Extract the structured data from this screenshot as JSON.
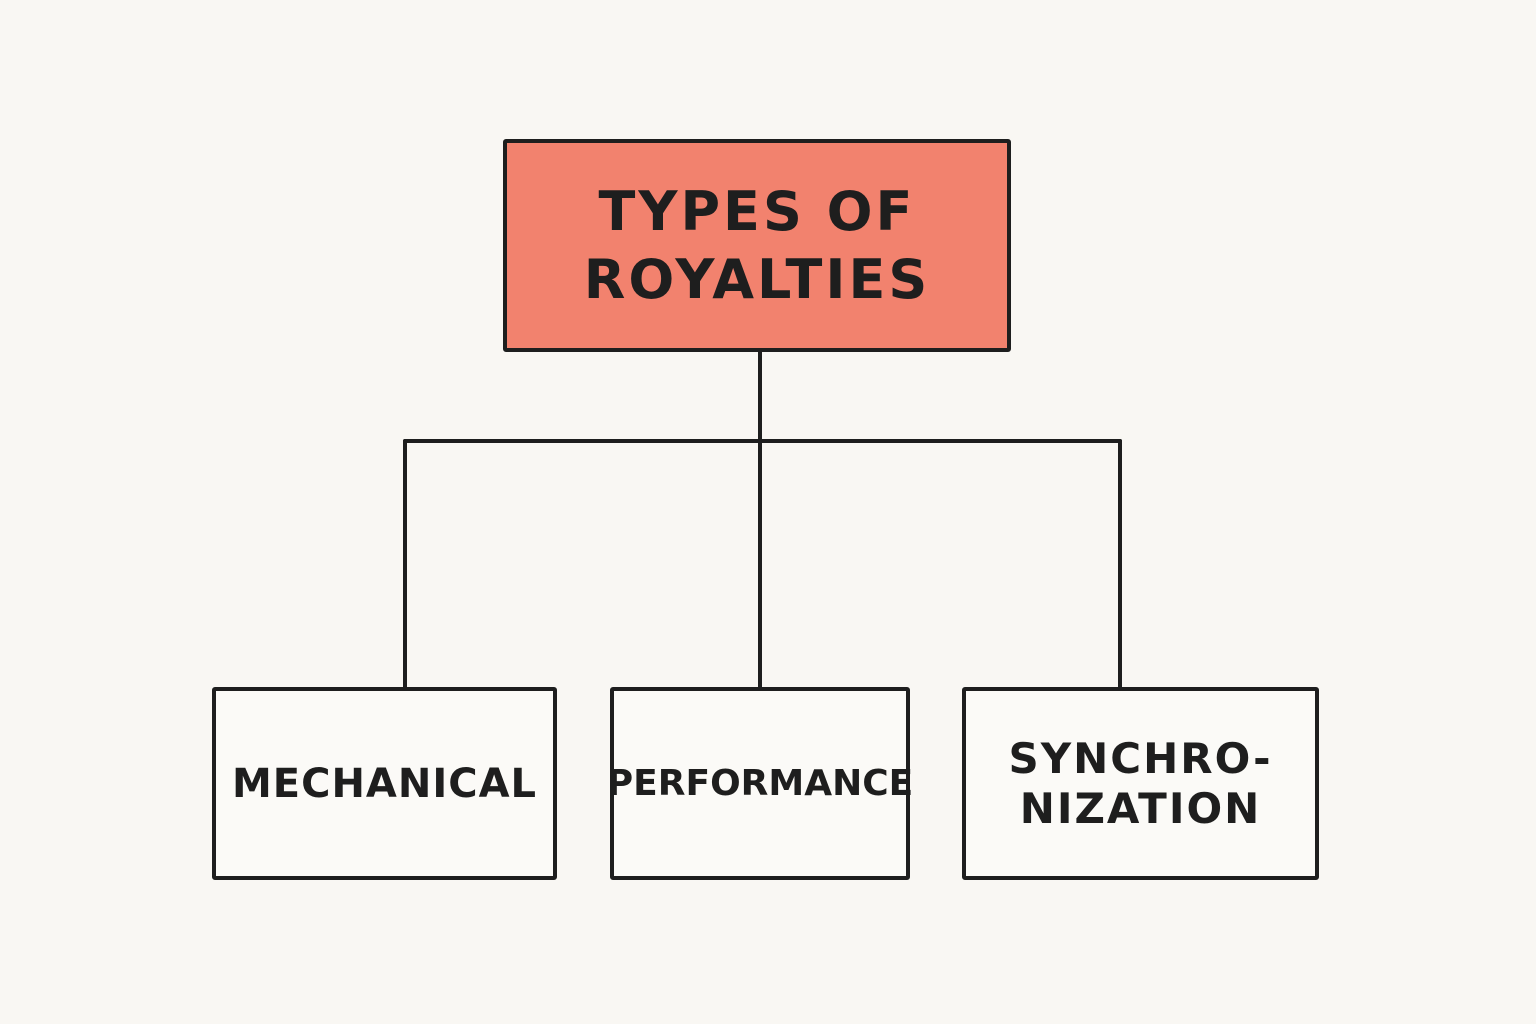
{
  "diagram": {
    "root": {
      "label": "TYPES OF\nROYALTIES",
      "fill": "#f2826e"
    },
    "children": [
      {
        "label": "MECHANICAL"
      },
      {
        "label": "PERFORMANCE"
      },
      {
        "label": "SYNCHRO-\nNIZATION"
      }
    ],
    "colors": {
      "stroke": "#1e1e1e",
      "background": "#f9f7f3"
    }
  }
}
